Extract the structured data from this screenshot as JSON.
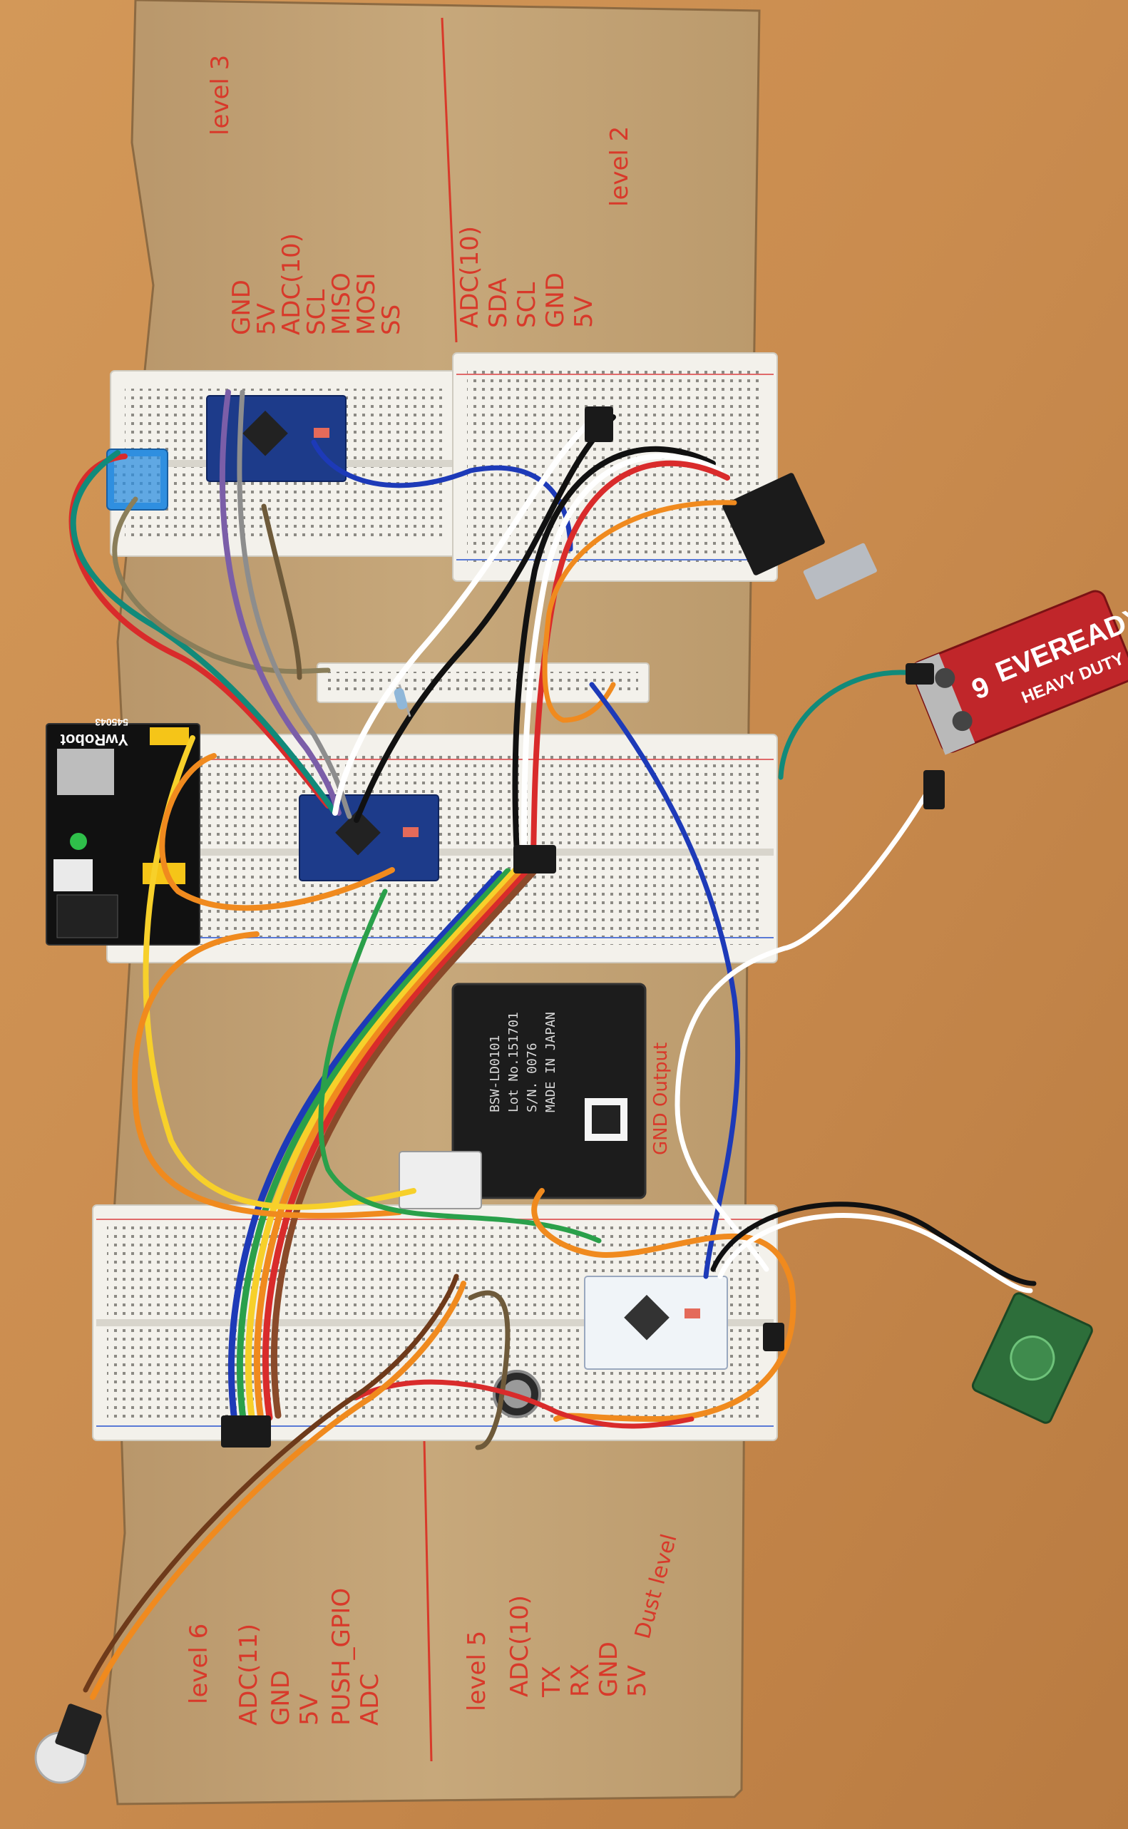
{
  "battery": {
    "brand": "EVEREADY",
    "subtitle": "HEAVY DUTY",
    "voltage": "9"
  },
  "power_module": {
    "label": "YwRobot",
    "model": "545043"
  },
  "sensor": {
    "lines": [
      "BSW-LD0101",
      "Lot No.151701",
      "S/N. 0076",
      "MADE IN JAPAN"
    ]
  },
  "notes": {
    "top_left": {
      "heading": "level 3",
      "pins": [
        "GND",
        "5V",
        "ADC(10)",
        "SCL",
        "MISO",
        "MOSI",
        "SS"
      ]
    },
    "top_right": {
      "heading": "level 2",
      "pins": [
        "ADC(10)",
        "SDA",
        "SCL",
        "GND",
        "5V"
      ]
    },
    "bottom_left": {
      "heading": "level 6",
      "pins": [
        "ADC(11)",
        "GND",
        "5V",
        "PUSH_GPIO",
        "ADC"
      ]
    },
    "bottom_right": {
      "heading": "level 5",
      "pins": [
        "ADC(10)",
        "TX",
        "RX",
        "GND",
        "5V"
      ],
      "extra": "Dust level"
    },
    "side": "GND Output"
  },
  "colors": {
    "table": "#c98b4e",
    "cardboard": "#c4a476",
    "marker": "#d8392a",
    "breadboard": "#f2f0ea",
    "arduino": "#1d3b8a",
    "battery": "#c0262a"
  },
  "wire_colors": [
    "#d92b2b",
    "#1d3ab8",
    "#f7d02a",
    "#f08a1e",
    "#ffffff",
    "#111111",
    "#7b5ea8",
    "#118a7a",
    "#6e5a3a",
    "#2aa04a",
    "#8a4a2a"
  ]
}
